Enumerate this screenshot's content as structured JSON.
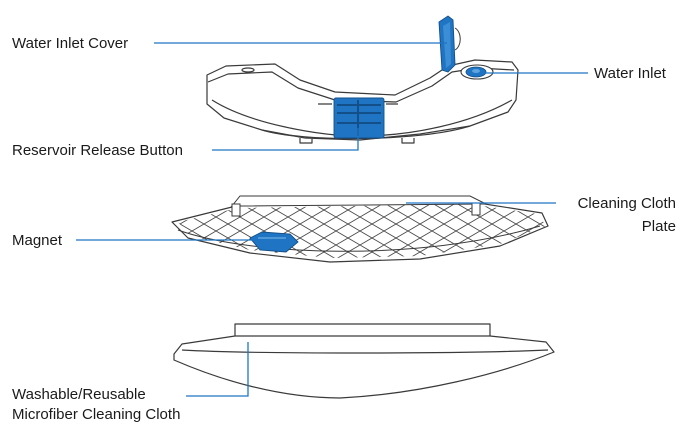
{
  "labels": {
    "water_inlet_cover": "Water Inlet Cover",
    "water_inlet": "Water Inlet",
    "reservoir_release_button": "Reservoir Release Button",
    "cleaning_cloth_plate_line1": "Cleaning Cloth",
    "cleaning_cloth_plate_line2": "Plate",
    "magnet": "Magnet",
    "cloth_line1": "Washable/Reusable",
    "cloth_line2": "Microfiber Cleaning Cloth"
  },
  "colors": {
    "accent": "#1f75c4",
    "outline": "#3a3a3a",
    "label_text": "#1a1a1a"
  }
}
